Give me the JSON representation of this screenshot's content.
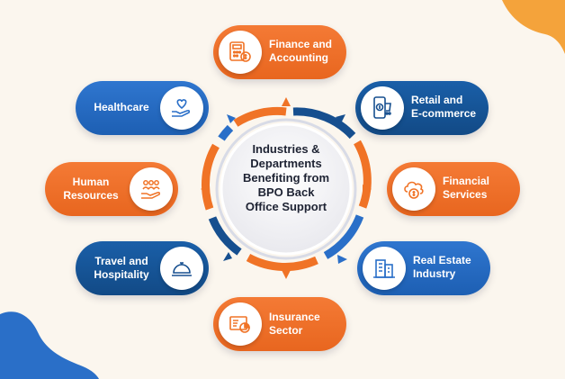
{
  "center": {
    "title": "Industries &\nDepartments\nBenefiting from\nBPO Back\nOffice Support"
  },
  "colors": {
    "orange": "#f07326",
    "blue": "#2a6fc8",
    "navy": "#164f8f"
  },
  "items": {
    "finance": {
      "label": "Finance and\nAccounting",
      "icon": "finance-calculator-icon"
    },
    "retail": {
      "label": "Retail and\nE-commerce",
      "icon": "mobile-shopping-icon"
    },
    "financial_services": {
      "label": "Financial\nServices",
      "icon": "cloud-dollar-icon"
    },
    "real_estate": {
      "label": "Real Estate\nIndustry",
      "icon": "building-icon"
    },
    "insurance": {
      "label": "Insurance\nSector",
      "icon": "insurance-document-icon"
    },
    "travel": {
      "label": "Travel and\nHospitality",
      "icon": "service-bell-icon"
    },
    "hr": {
      "label": "Human\nResources",
      "icon": "people-hand-icon"
    },
    "healthcare": {
      "label": "Healthcare",
      "icon": "heart-hand-icon"
    }
  }
}
